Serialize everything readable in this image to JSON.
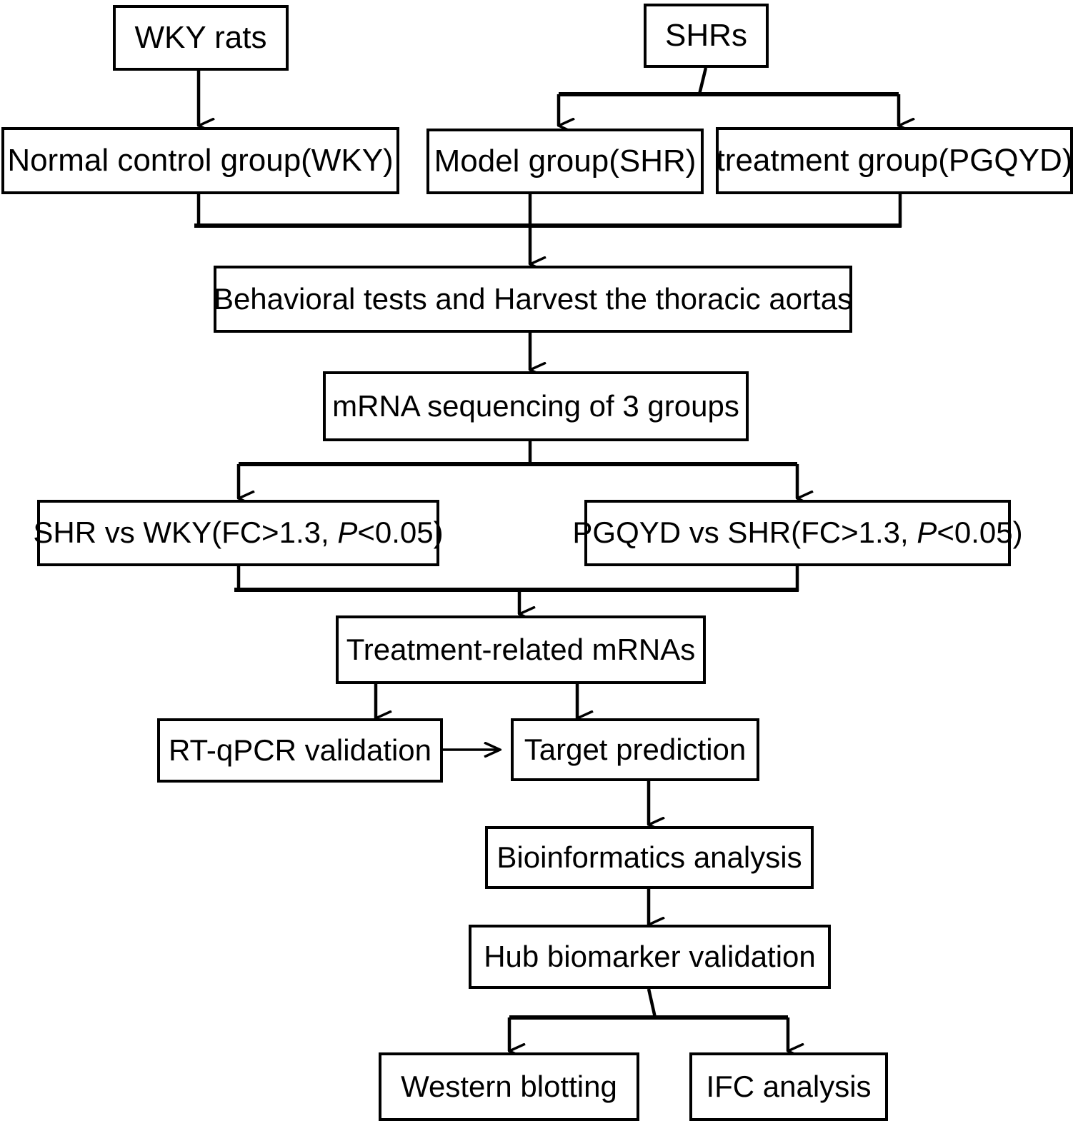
{
  "figure": {
    "type": "flowchart",
    "orientation": "top-to-bottom",
    "background_color": "#ffffff",
    "line_color": "#000000",
    "text_color": "#000000"
  },
  "nodes": {
    "wky_rats": "WKY rats",
    "shrs": "SHRs",
    "normal_control": "Normal control group(WKY)",
    "model_group": "Model group(SHR)",
    "treatment_group": "treatment group(PGQYD)",
    "behavioral": "Behavioral tests and Harvest the thoracic aortas",
    "mrna_seq": "mRNA sequencing of 3 groups",
    "shr_vs_wky_pre": "SHR vs WKY(FC>1.3, ",
    "shr_vs_wky_p": "P",
    "shr_vs_wky_post": "<0.05)",
    "pgqyd_vs_shr_pre": "PGQYD vs SHR(FC>1.3, ",
    "pgqyd_vs_shr_p": "P",
    "pgqyd_vs_shr_post": "<0.05)",
    "treatment_mrnas": "Treatment-related mRNAs",
    "rt_qpcr": "RT-qPCR validation",
    "target_prediction": "Target prediction",
    "bioinformatics": "Bioinformatics analysis",
    "hub_biomarker": "Hub biomarker validation",
    "western_blot": "Western blotting",
    "ifc_analysis": "IFC analysis"
  },
  "edges": [
    {
      "from": "wky_rats",
      "to": "normal_control",
      "style": "arrow-down"
    },
    {
      "from": "shrs",
      "to": "model_group",
      "style": "split-arrow-down"
    },
    {
      "from": "shrs",
      "to": "treatment_group",
      "style": "split-arrow-down"
    },
    {
      "from": "normal_control",
      "to": "behavioral",
      "style": "merge-arrow-down"
    },
    {
      "from": "model_group",
      "to": "behavioral",
      "style": "merge-arrow-down"
    },
    {
      "from": "treatment_group",
      "to": "behavioral",
      "style": "merge-arrow-down"
    },
    {
      "from": "behavioral",
      "to": "mrna_seq",
      "style": "arrow-down"
    },
    {
      "from": "mrna_seq",
      "to": "shr_vs_wky",
      "style": "split-arrow-down"
    },
    {
      "from": "mrna_seq",
      "to": "pgqyd_vs_shr",
      "style": "split-arrow-down"
    },
    {
      "from": "shr_vs_wky",
      "to": "treatment_mrnas",
      "style": "merge-arrow-down"
    },
    {
      "from": "pgqyd_vs_shr",
      "to": "treatment_mrnas",
      "style": "merge-arrow-down"
    },
    {
      "from": "treatment_mrnas",
      "to": "rt_qpcr",
      "style": "arrow-down"
    },
    {
      "from": "treatment_mrnas",
      "to": "target_prediction",
      "style": "arrow-down"
    },
    {
      "from": "rt_qpcr",
      "to": "target_prediction",
      "style": "arrow-right"
    },
    {
      "from": "target_prediction",
      "to": "bioinformatics",
      "style": "arrow-down"
    },
    {
      "from": "bioinformatics",
      "to": "hub_biomarker",
      "style": "arrow-down"
    },
    {
      "from": "hub_biomarker",
      "to": "western_blot",
      "style": "split-arrow-down"
    },
    {
      "from": "hub_biomarker",
      "to": "ifc_analysis",
      "style": "split-arrow-down"
    }
  ]
}
